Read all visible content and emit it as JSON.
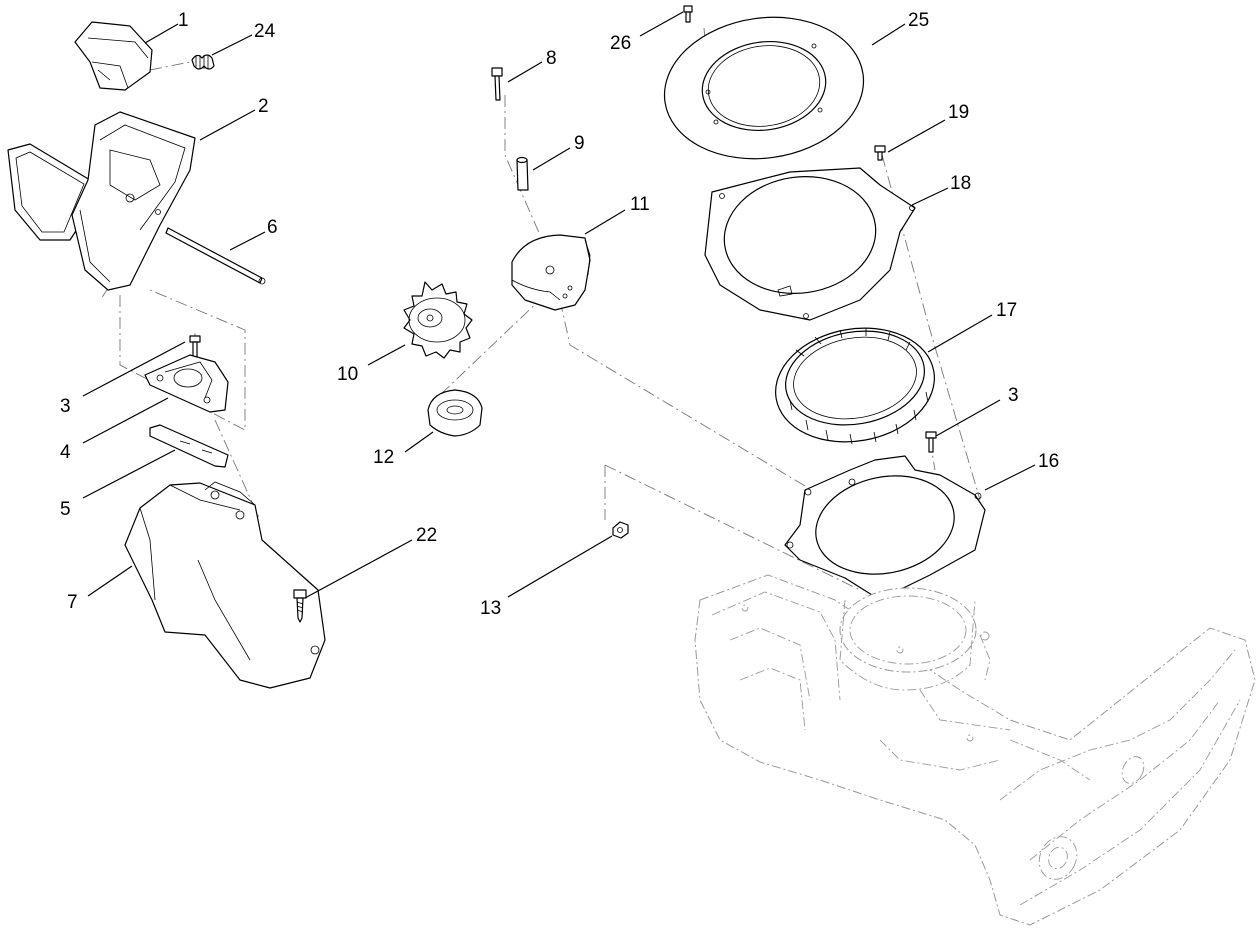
{
  "callouts": {
    "c1": "1",
    "c24": "24",
    "c2": "2",
    "c6": "6",
    "c3a": "3",
    "c4": "4",
    "c5": "5",
    "c7": "7",
    "c22": "22",
    "c8": "8",
    "c9": "9",
    "c11": "11",
    "c10": "10",
    "c12": "12",
    "c13": "13",
    "c26": "26",
    "c25": "25",
    "c19": "19",
    "c18": "18",
    "c17": "17",
    "c3b": "3",
    "c16": "16"
  }
}
